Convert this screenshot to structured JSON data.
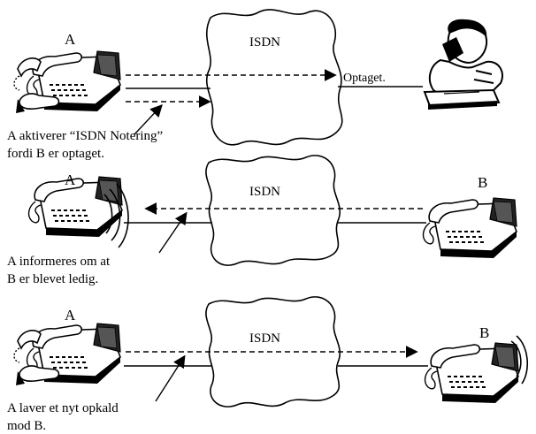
{
  "panels": [
    {
      "id": "request",
      "network_label": "ISDN",
      "caller_label": "A",
      "callee_status": "Optaget.",
      "caption": [
        "A aktiverer “ISDN Notering”",
        "fordi B er optaget."
      ]
    },
    {
      "id": "notify",
      "network_label": "ISDN",
      "caller_label": "A",
      "callee_label": "B",
      "caption": [
        "A informeres om at",
        "B er blevet ledig."
      ]
    },
    {
      "id": "callback",
      "network_label": "ISDN",
      "caller_label": "A",
      "callee_label": "B",
      "caption": [
        "A laver et nyt opkald",
        "mod B."
      ]
    }
  ],
  "colors": {
    "ink": "#000000",
    "background": "#ffffff"
  }
}
